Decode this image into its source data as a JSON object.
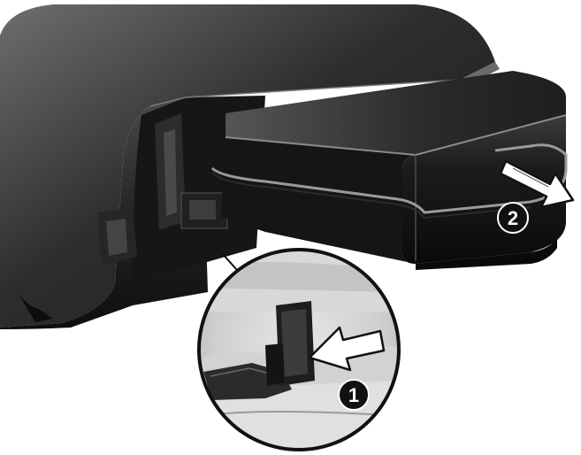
{
  "figure": {
    "kind": "hardware removal illustration",
    "colors": {
      "background": "#ffffff",
      "body_dark": "#1b1b1b",
      "body_mid": "#3a3a3a",
      "highlight": "#8a8a8a",
      "callout_border": "#111111",
      "arrow": "#111111"
    },
    "steps": [
      {
        "number": "1",
        "icon": "arrow-left-icon"
      },
      {
        "number": "2",
        "icon": "arrow-right-icon"
      }
    ]
  }
}
